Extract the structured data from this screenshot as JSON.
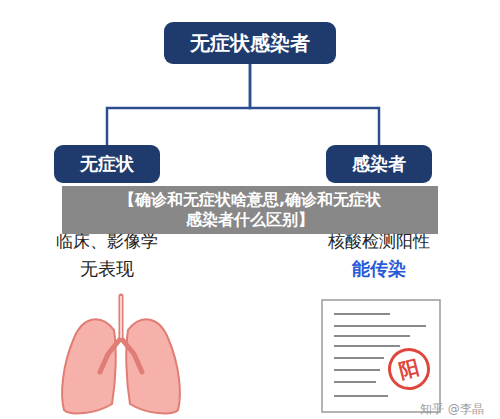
{
  "diagram": {
    "title": "【确诊和无症状啥意思,确诊和无症状 感染者什么区别】",
    "nodes": [
      {
        "text": [
          "无症状感染者"
        ]
      },
      {
        "text": [
          "无症状"
        ]
      },
      {
        "text": [
          "感染者"
        ]
      },
      {
        "text": [
          "阳"
        ]
      }
    ],
    "edges": [
      {
        "from": 0,
        "to": 1,
        "arrow": "none"
      },
      {
        "from": 0,
        "to": 2,
        "arrow": "none"
      }
    ],
    "labels": [
      "临床、影像学",
      "核酸检测阳性",
      "无表现",
      "能传染",
      "知乎 @李晶"
    ]
  }
}
